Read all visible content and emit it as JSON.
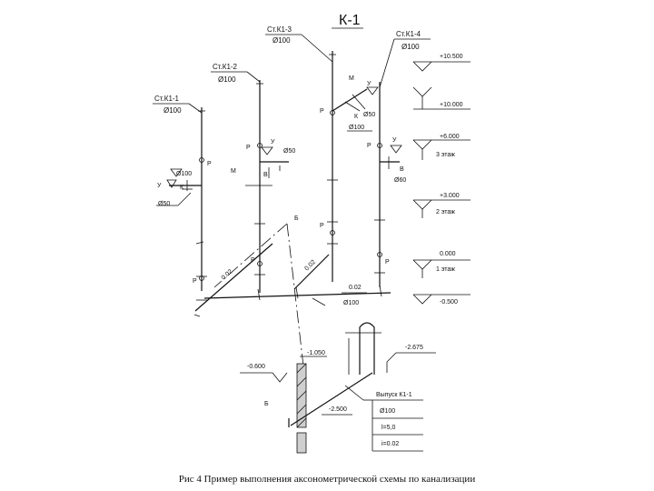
{
  "title": "К-1",
  "risers": [
    {
      "name": "Ст.К1-1",
      "diameter": "Ø100"
    },
    {
      "name": "Ст.К1-2",
      "diameter": "Ø100"
    },
    {
      "name": "Ст.К1-3",
      "diameter": "Ø100"
    },
    {
      "name": "Ст.К1-4",
      "diameter": "Ø100"
    }
  ],
  "levels": [
    {
      "value": "+10.500"
    },
    {
      "value": "+10.000"
    },
    {
      "value": "+6.000",
      "floor": "3 этаж"
    },
    {
      "value": "+3.000",
      "floor": "2 этаж"
    },
    {
      "value": "0.000",
      "floor": "1 этаж"
    },
    {
      "value": "-0.500"
    }
  ],
  "fixture_marks": {
    "p": "Р",
    "u": "У",
    "k": "К",
    "m": "М",
    "v": "В"
  },
  "branch_diameters": {
    "d50": "Ø50",
    "d100": "Ø100",
    "d60": "Ø60"
  },
  "slopes": {
    "s1": "0.02",
    "s2": "0.02",
    "s3": "0.02"
  },
  "section_mark": "Б",
  "outlet": {
    "marks": {
      "m1": "-1.050",
      "m2": "-2.675",
      "m3": "-0.600",
      "m4": "-2.500"
    },
    "title": "Выпуск К1-1",
    "diameter": "Ø100",
    "length": "l=5,0",
    "slope": "i=0.02"
  },
  "caption": "Рис 4 Пример выполнения аксонометрической схемы по канализации"
}
